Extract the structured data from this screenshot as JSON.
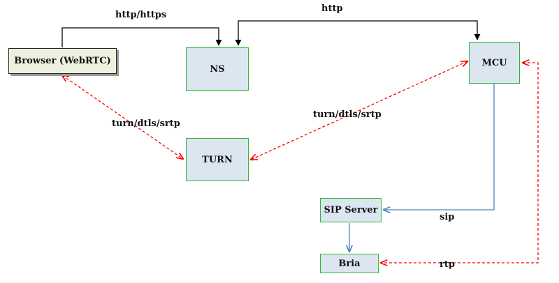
{
  "nodes": {
    "browser": "Browser (WebRTC)",
    "ns": "NS",
    "mcu": "MCU",
    "turn": "TURN",
    "sip_server": "SIP Server",
    "bria": "Bria"
  },
  "edges": {
    "browser_ns": "http/https",
    "mcu_ns": "http",
    "browser_turn": "turn/dtls/srtp",
    "mcu_turn": "turn/dtls/srtp",
    "mcu_sip": "sip",
    "mcu_bria": "rtp"
  },
  "colors": {
    "http_line": "#000000",
    "media_line": "#ff0000",
    "sip_line": "#4f81bd",
    "node_fill": "#dce6f1",
    "node_border": "#2db52d",
    "browser_fill": "#ebf1de"
  }
}
